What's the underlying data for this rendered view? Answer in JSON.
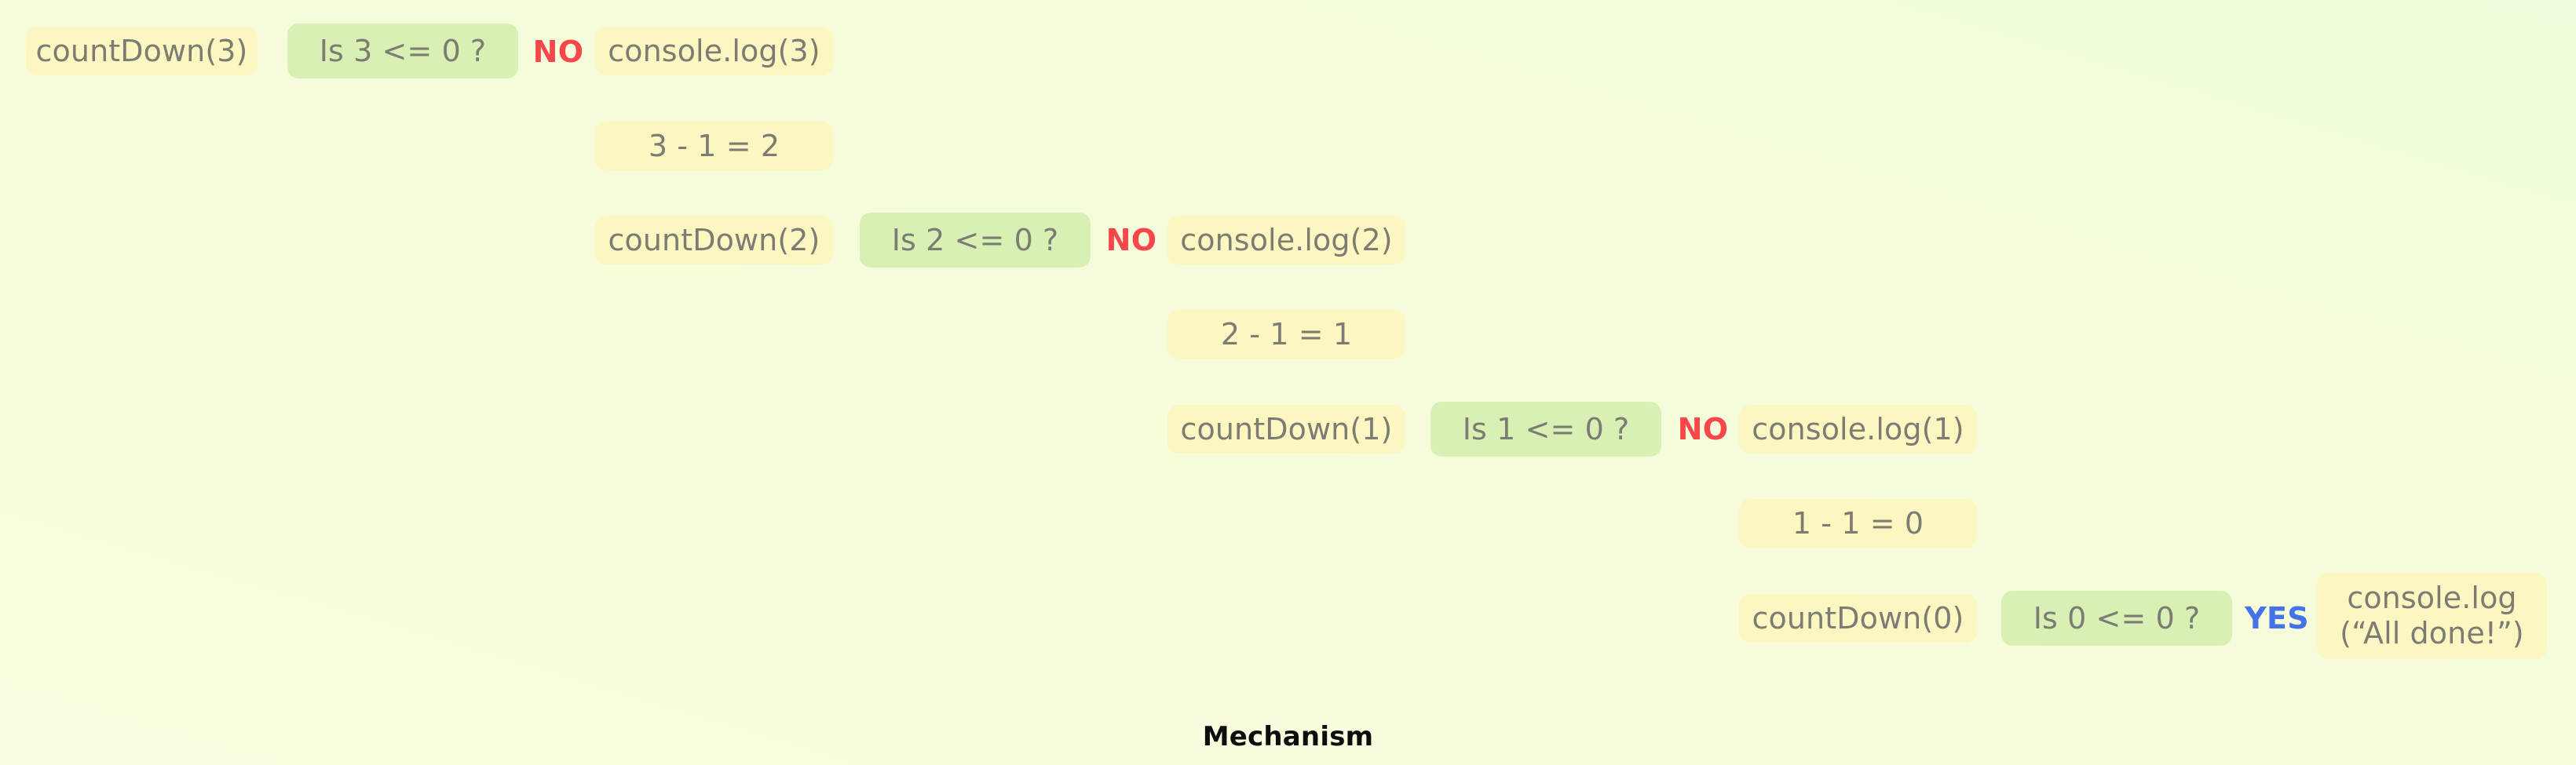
{
  "caption": "Mechanism",
  "colors": {
    "box_yellow": "#fcf7c0",
    "box_green": "#d9f0b5",
    "text": "#7c7c74",
    "branch_no": "#f8464b",
    "branch_yes": "#4472e8",
    "background_start": "#fcfde0",
    "background_end": "#edfcda",
    "caption_text": "#0d0d0d"
  },
  "levels": [
    {
      "call": "countDown(3)",
      "condition": "Is 3 <= 0 ?",
      "branch": "NO",
      "branch_kind": "no",
      "action": "console.log(3)",
      "decrement": "3 - 1 = 2"
    },
    {
      "call": "countDown(2)",
      "condition": "Is 2 <= 0 ?",
      "branch": "NO",
      "branch_kind": "no",
      "action": "console.log(2)",
      "decrement": "2 - 1 = 1"
    },
    {
      "call": "countDown(1)",
      "condition": "Is 1 <= 0 ?",
      "branch": "NO",
      "branch_kind": "no",
      "action": "console.log(1)",
      "decrement": "1 - 1 = 0"
    },
    {
      "call": "countDown(0)",
      "condition": "Is 0 <= 0 ?",
      "branch": "YES",
      "branch_kind": "yes",
      "action": "console.log\n(“All done!”)",
      "decrement": null
    }
  ]
}
